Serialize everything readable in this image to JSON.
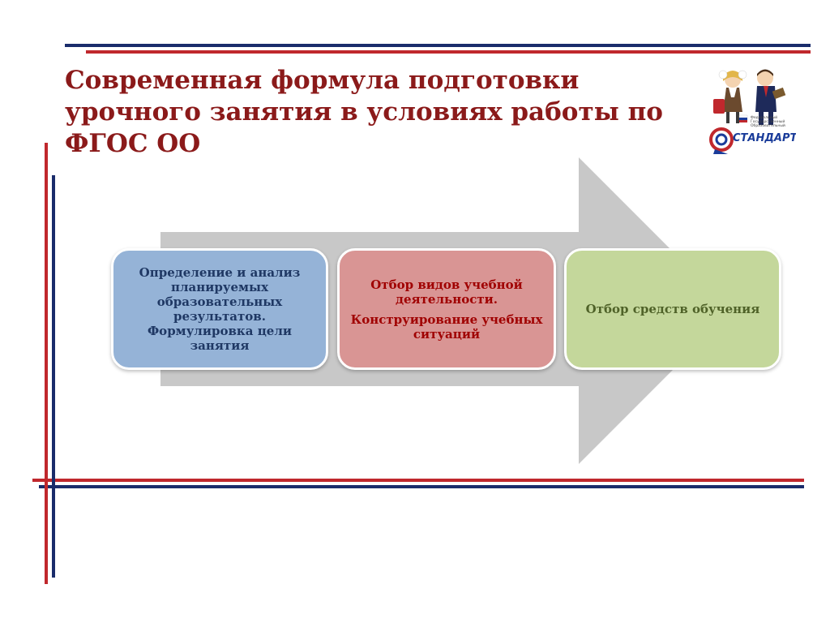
{
  "title": "Современная формула подготовки\nурочного занятия  в условиях работы по\nФГОС ОО",
  "logo": {
    "icon": "fgos-standard-logo",
    "lettering": [
      "Федеральный",
      "Государственный",
      "Образовательный",
      "СТАНДАРТ"
    ]
  },
  "colors": {
    "title": "#8b1a1a",
    "accent_red": "#c0282d",
    "accent_navy": "#1a2c6b",
    "arrow": "#c8c8c8",
    "box_blue": "#95b3d7",
    "box_red": "#d99594",
    "box_green": "#c4d79b"
  },
  "steps": [
    {
      "id": "objectives",
      "lines": [
        "Определение и анализ планируемых образовательных результатов. Формулировка цели занятия"
      ]
    },
    {
      "id": "activities",
      "lines": [
        "Отбор видов учебной деятельности.",
        "Конструирование учебных ситуаций"
      ]
    },
    {
      "id": "means",
      "lines": [
        "Отбор средств обучения"
      ]
    }
  ]
}
